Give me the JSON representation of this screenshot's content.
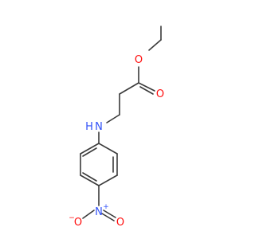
{
  "molecule": {
    "atoms": {
      "ester_o": "O",
      "carbonyl_o": "O",
      "amine_n": "N",
      "amine_h": "H",
      "nitro_n": "N",
      "nitro_n_charge": "+",
      "nitro_o_top": "O",
      "nitro_o_bottom": "O",
      "nitro_o_charge": "−"
    },
    "colors": {
      "bond": "#3a3a3a",
      "oxygen": "#ff0d0d",
      "nitrogen": "#3050f8"
    }
  }
}
